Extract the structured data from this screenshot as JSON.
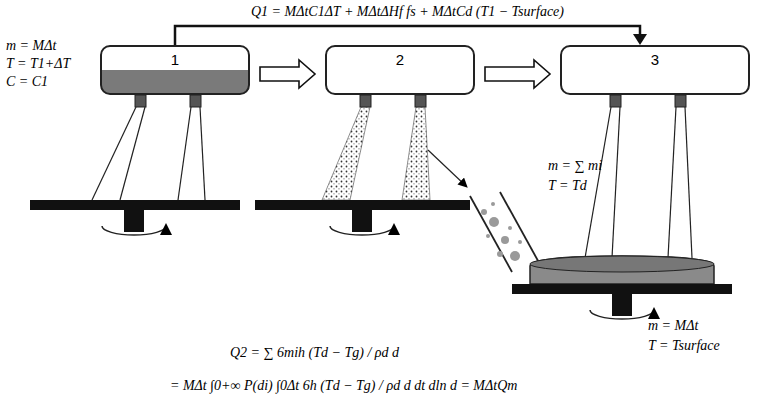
{
  "diagram": {
    "nodes": [
      {
        "text": [
          "1"
        ]
      },
      {
        "text": [
          "2"
        ]
      },
      {
        "text": [
          "3"
        ]
      }
    ],
    "edges": [
      {
        "from": 0,
        "to": 1,
        "arrow": "to"
      },
      {
        "from": 1,
        "to": 2,
        "arrow": "to"
      },
      {
        "from": 0,
        "to": 2,
        "arrow": "to",
        "label": "Q1 = MΔtC1ΔT + MΔtΔHf fs + MΔtCd (T1 − Tsurface)"
      }
    ],
    "labels": [
      "m = MΔt",
      "T = T1+ΔT",
      "C = C1",
      "m = ∑ mi",
      "T = Td",
      "Q2 = ∑ 6mih (Td − Tg) / ρd d",
      "= MΔt ∫0+∞ P(di) ∫0Δt 6h (Td − Tg) / ρd d dt dln d = MΔtQm",
      "m = MΔt",
      "T = Tsurface"
    ]
  }
}
